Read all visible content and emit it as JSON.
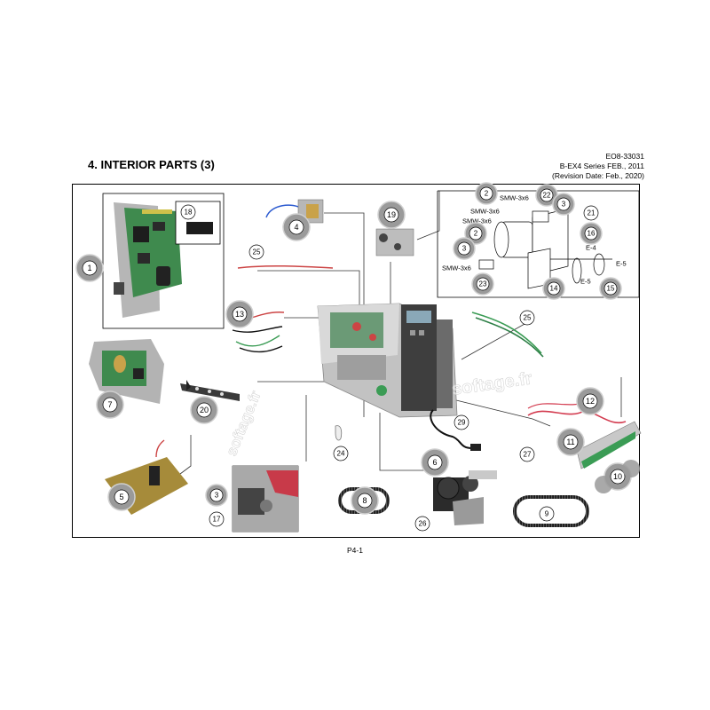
{
  "header": {
    "doc_number": "EO8-33031",
    "series": "B-EX4 Series FEB., 2011",
    "revision": "(Revision Date: Feb., 2020)"
  },
  "section_title": "4. INTERIOR PARTS (3)",
  "footer": {
    "page": "P4-1"
  },
  "watermarks": [
    "softage.fr",
    "softage.fr"
  ],
  "callouts": {
    "c1": "1",
    "c18": "18",
    "c4": "4",
    "c25a": "25",
    "c19": "19",
    "c2a": "2",
    "c22": "22",
    "c3a": "3",
    "c21": "21",
    "c2b": "2",
    "c16": "16",
    "c3b": "3",
    "c23": "23",
    "c14": "14",
    "c15": "15",
    "c13": "13",
    "c25b": "25",
    "c7": "7",
    "c20": "20",
    "c12": "12",
    "c29": "29",
    "c11": "11",
    "c5": "5",
    "c24": "24",
    "c6": "6",
    "c27": "27",
    "c10": "10",
    "c3c": "3",
    "c17": "17",
    "c8": "8",
    "c26": "26",
    "c9": "9"
  },
  "part_labels": {
    "smw1": "SMW-3x6",
    "smw2": "SMW-3x6",
    "smw3": "SMW-3x6",
    "smw4": "SMW-3x6",
    "e4": "E-4",
    "e5a": "E-5",
    "e5b": "E-5"
  },
  "colors": {
    "callout_fill": "#9a9a9a",
    "callout_ring": "#c6c6c6",
    "pcb_green": "#3f8a4e",
    "chassis_gray": "#b9b9b9",
    "wire_red": "#d33b4f",
    "wire_green": "#3b9c55",
    "belt_black": "#1a1a1a"
  }
}
